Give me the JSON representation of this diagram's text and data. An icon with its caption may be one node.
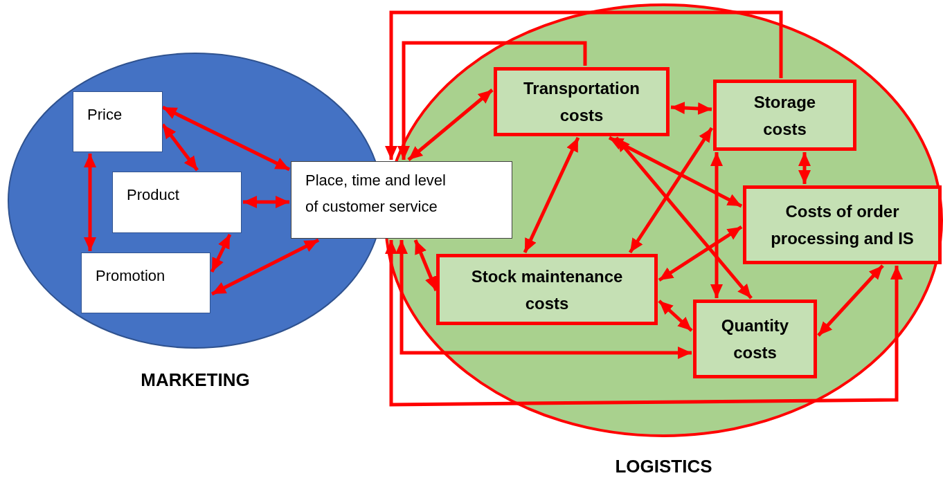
{
  "diagram": {
    "nodes": [
      {
        "text": [
          "MARKETING"
        ]
      },
      {
        "text": [
          "Price"
        ],
        "in": 0
      },
      {
        "text": [
          "Product"
        ],
        "in": 0
      },
      {
        "text": [
          "Promotion"
        ],
        "in": 0
      },
      {
        "text": [
          "Place, time and level of customer service"
        ]
      },
      {
        "text": [
          "LOGISTICS"
        ]
      },
      {
        "text": [
          "Transportation costs"
        ],
        "in": 5
      },
      {
        "text": [
          "Storage costs"
        ],
        "in": 5
      },
      {
        "text": [
          "Costs of order processing and IS"
        ],
        "in": 5
      },
      {
        "text": [
          "Stock maintenance costs"
        ],
        "in": 5
      },
      {
        "text": [
          "Quantity costs"
        ],
        "in": 5
      }
    ],
    "edges": [
      {
        "from": 1,
        "to": 4,
        "arrow": "both"
      },
      {
        "from": 1,
        "to": 2,
        "arrow": "both"
      },
      {
        "from": 1,
        "to": 3,
        "arrow": "both"
      },
      {
        "from": 2,
        "to": 4,
        "arrow": "both"
      },
      {
        "from": 2,
        "to": 3,
        "arrow": "both"
      },
      {
        "from": 3,
        "to": 4,
        "arrow": "both"
      },
      {
        "from": 4,
        "to": 6,
        "arrow": "both"
      },
      {
        "from": 7,
        "to": 4,
        "arrow": "to"
      },
      {
        "from": 6,
        "to": 4,
        "arrow": "to"
      },
      {
        "from": 4,
        "to": 9,
        "arrow": "both"
      },
      {
        "from": 4,
        "to": 10,
        "arrow": "both"
      },
      {
        "from": 4,
        "to": 8,
        "arrow": "both"
      },
      {
        "from": 6,
        "to": 7,
        "arrow": "both"
      },
      {
        "from": 6,
        "to": 9,
        "arrow": "both"
      },
      {
        "from": 6,
        "to": 8,
        "arrow": "both"
      },
      {
        "from": 6,
        "to": 10,
        "arrow": "both"
      },
      {
        "from": 7,
        "to": 9,
        "arrow": "both"
      },
      {
        "from": 7,
        "to": 10,
        "arrow": "both"
      },
      {
        "from": 7,
        "to": 8,
        "arrow": "both"
      },
      {
        "from": 9,
        "to": 8,
        "arrow": "both"
      },
      {
        "from": 9,
        "to": 10,
        "arrow": "both"
      },
      {
        "from": 10,
        "to": 8,
        "arrow": "both"
      }
    ]
  }
}
